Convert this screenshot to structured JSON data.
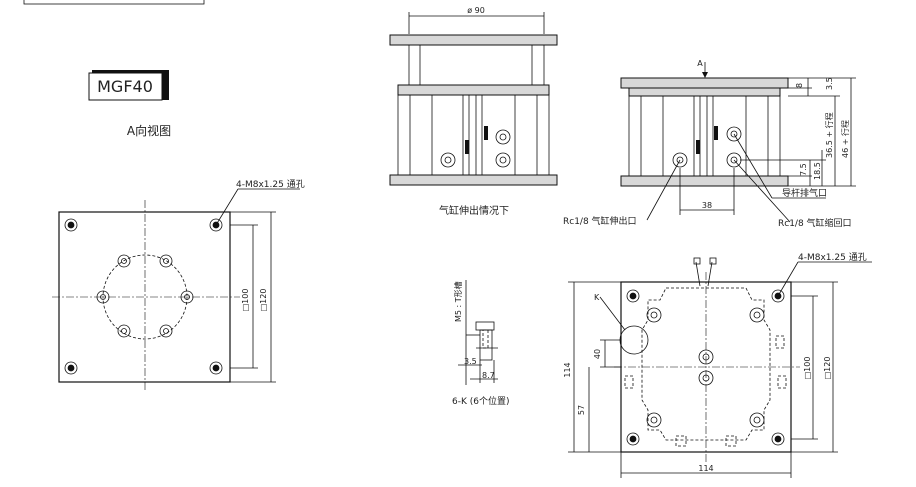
{
  "model": "MGF40",
  "view_title": "A向视图",
  "labels": {
    "thru_hole_left": "4-M8x1.25 通孔",
    "thru_hole_right": "4-M8x1.25 通孔",
    "extended_caption": "气缸伸出情况下",
    "arrow_a": "A",
    "guide_exhaust": "导杆排气口",
    "rc_extend_port": "Rc1/8 气缸伸出口",
    "rc_retract_port": "Rc1/8 气缸缩回口",
    "t_slot": "M5 : T形槽",
    "k_position": "6-K (6个位置)",
    "k_marker": "K"
  },
  "dimensions": {
    "phi90": "ø 90",
    "sq100_left": "□100",
    "sq120_left": "□120",
    "d8": "8",
    "d3_5": "3.5",
    "d36_5": "36.5 + 行程",
    "d46": "46 + 行程",
    "d7_5": "7.5",
    "d18_5": "18.5",
    "d38": "38",
    "d3_5b": "3.5",
    "d8_7": "8.7",
    "d114_v": "114",
    "d40": "40",
    "d57": "57",
    "sq100_right": "□100",
    "sq120_right": "□120",
    "d114_h": "114"
  }
}
